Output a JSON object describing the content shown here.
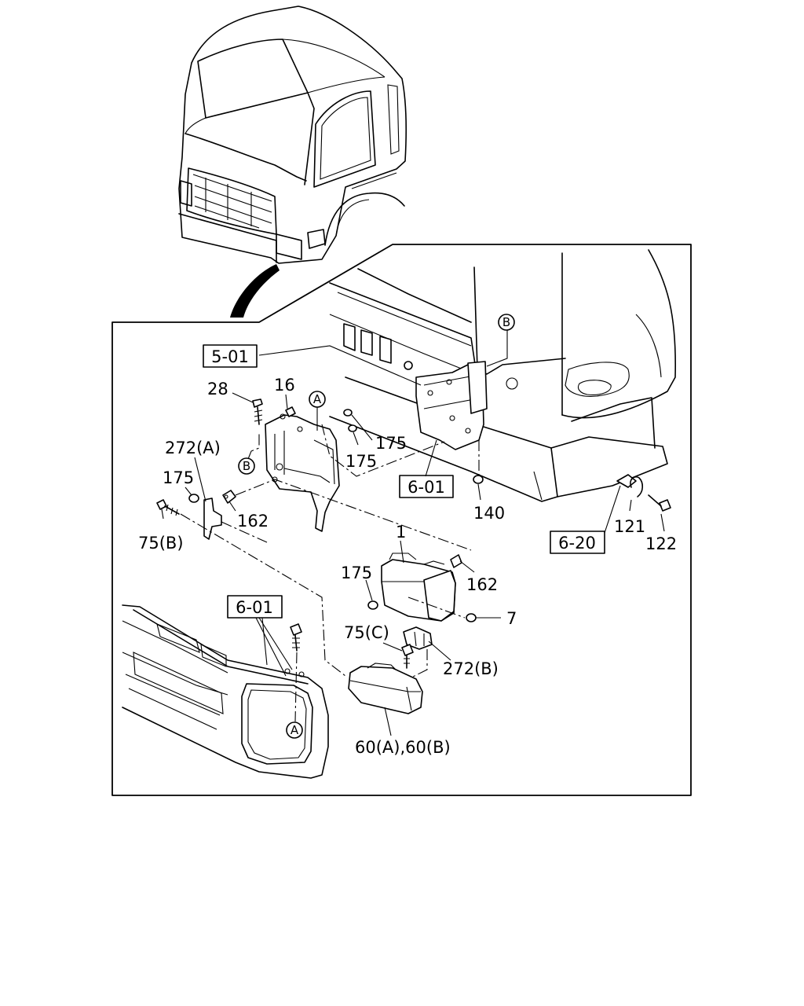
{
  "diagram": {
    "ref_boxes": [
      {
        "id": "ref-5-01",
        "text": "5-01"
      },
      {
        "id": "ref-6-01-upper",
        "text": "6-01"
      },
      {
        "id": "ref-6-20",
        "text": "6-20"
      },
      {
        "id": "ref-6-01-lower",
        "text": "6-01"
      }
    ],
    "part_labels": [
      {
        "id": "p28",
        "text": "28"
      },
      {
        "id": "p16",
        "text": "16"
      },
      {
        "id": "p175a",
        "text": "175"
      },
      {
        "id": "p175b",
        "text": "175"
      },
      {
        "id": "p272a",
        "text": "272(A)"
      },
      {
        "id": "p175c",
        "text": "175"
      },
      {
        "id": "p162a",
        "text": "162"
      },
      {
        "id": "p75b",
        "text": "75(B)"
      },
      {
        "id": "p140",
        "text": "140"
      },
      {
        "id": "p121",
        "text": "121"
      },
      {
        "id": "p122",
        "text": "122"
      },
      {
        "id": "p1",
        "text": "1"
      },
      {
        "id": "p175d",
        "text": "175"
      },
      {
        "id": "p162b",
        "text": "162"
      },
      {
        "id": "p7",
        "text": "7"
      },
      {
        "id": "p75c",
        "text": "75(C)"
      },
      {
        "id": "p272b",
        "text": "272(B)"
      },
      {
        "id": "p60",
        "text": "60(A),60(B)"
      }
    ],
    "callouts": [
      {
        "id": "c-b-top",
        "text": "B"
      },
      {
        "id": "c-a-top",
        "text": "A"
      },
      {
        "id": "c-b-left",
        "text": "B"
      },
      {
        "id": "c-a-bottom",
        "text": "A"
      }
    ]
  }
}
